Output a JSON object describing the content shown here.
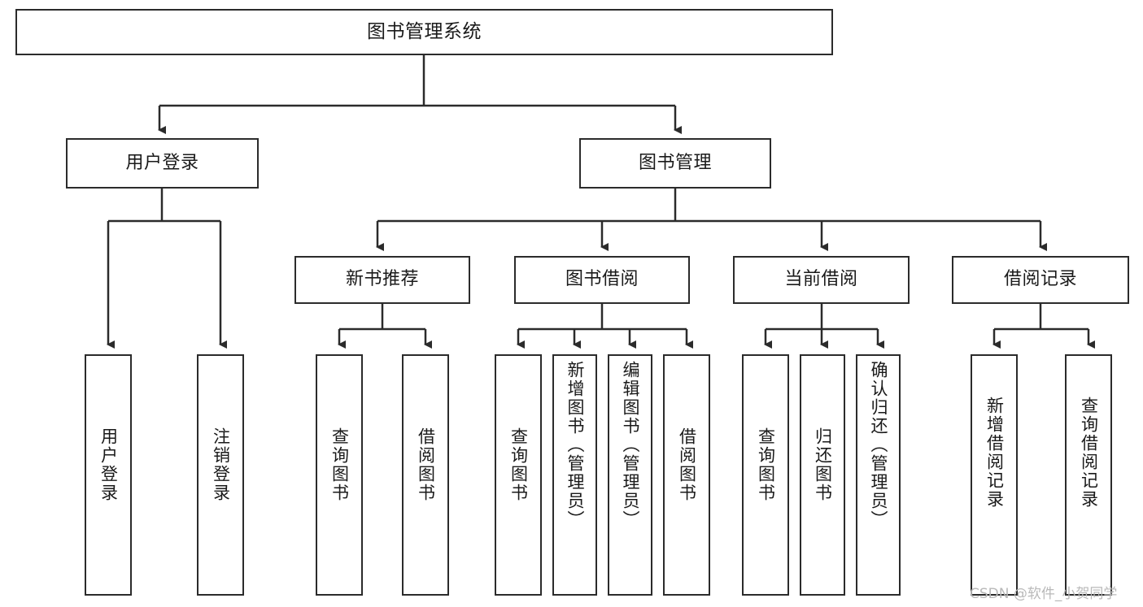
{
  "diagram": {
    "type": "tree-hierarchy",
    "title": "图书管理系统",
    "root": {
      "id": "root",
      "label": "图书管理系统"
    },
    "level2": [
      {
        "id": "user-login",
        "label": "用户登录"
      },
      {
        "id": "book-manage",
        "label": "图书管理"
      }
    ],
    "level3": [
      {
        "id": "new-book-rec",
        "label": "新书推荐",
        "parent": "book-manage"
      },
      {
        "id": "book-borrow",
        "label": "图书借阅",
        "parent": "book-manage"
      },
      {
        "id": "current-borrow",
        "label": "当前借阅",
        "parent": "book-manage"
      },
      {
        "id": "borrow-record",
        "label": "借阅记录",
        "parent": "book-manage"
      }
    ],
    "leaves": [
      {
        "id": "leaf-user-login",
        "label": "用户登录",
        "parent": "user-login"
      },
      {
        "id": "leaf-logout",
        "label": "注销登录",
        "parent": "user-login"
      },
      {
        "id": "leaf-query-book-1",
        "label": "查询图书",
        "parent": "new-book-rec"
      },
      {
        "id": "leaf-borrow-book-1",
        "label": "借阅图书",
        "parent": "new-book-rec"
      },
      {
        "id": "leaf-query-book-2",
        "label": "查询图书",
        "parent": "book-borrow"
      },
      {
        "id": "leaf-add-book",
        "label": "新增图书（管理员）",
        "parent": "book-borrow"
      },
      {
        "id": "leaf-edit-book",
        "label": "编辑图书（管理员）",
        "parent": "book-borrow"
      },
      {
        "id": "leaf-borrow-book-2",
        "label": "借阅图书",
        "parent": "book-borrow"
      },
      {
        "id": "leaf-query-book-3",
        "label": "查询图书",
        "parent": "current-borrow"
      },
      {
        "id": "leaf-return-book",
        "label": "归还图书",
        "parent": "current-borrow"
      },
      {
        "id": "leaf-confirm-return",
        "label": "确认归还（管理员）",
        "parent": "current-borrow"
      },
      {
        "id": "leaf-add-record",
        "label": "新增借阅记录",
        "parent": "borrow-record"
      },
      {
        "id": "leaf-query-record",
        "label": "查询借阅记录",
        "parent": "borrow-record"
      }
    ],
    "watermark": "CSDN @软件_小贺同学",
    "colors": {
      "border": "#2b2b2b",
      "background": "#ffffff",
      "text": "#1a1a1a",
      "connector": "#2b2b2b",
      "watermark": "#b9b9b9"
    }
  }
}
